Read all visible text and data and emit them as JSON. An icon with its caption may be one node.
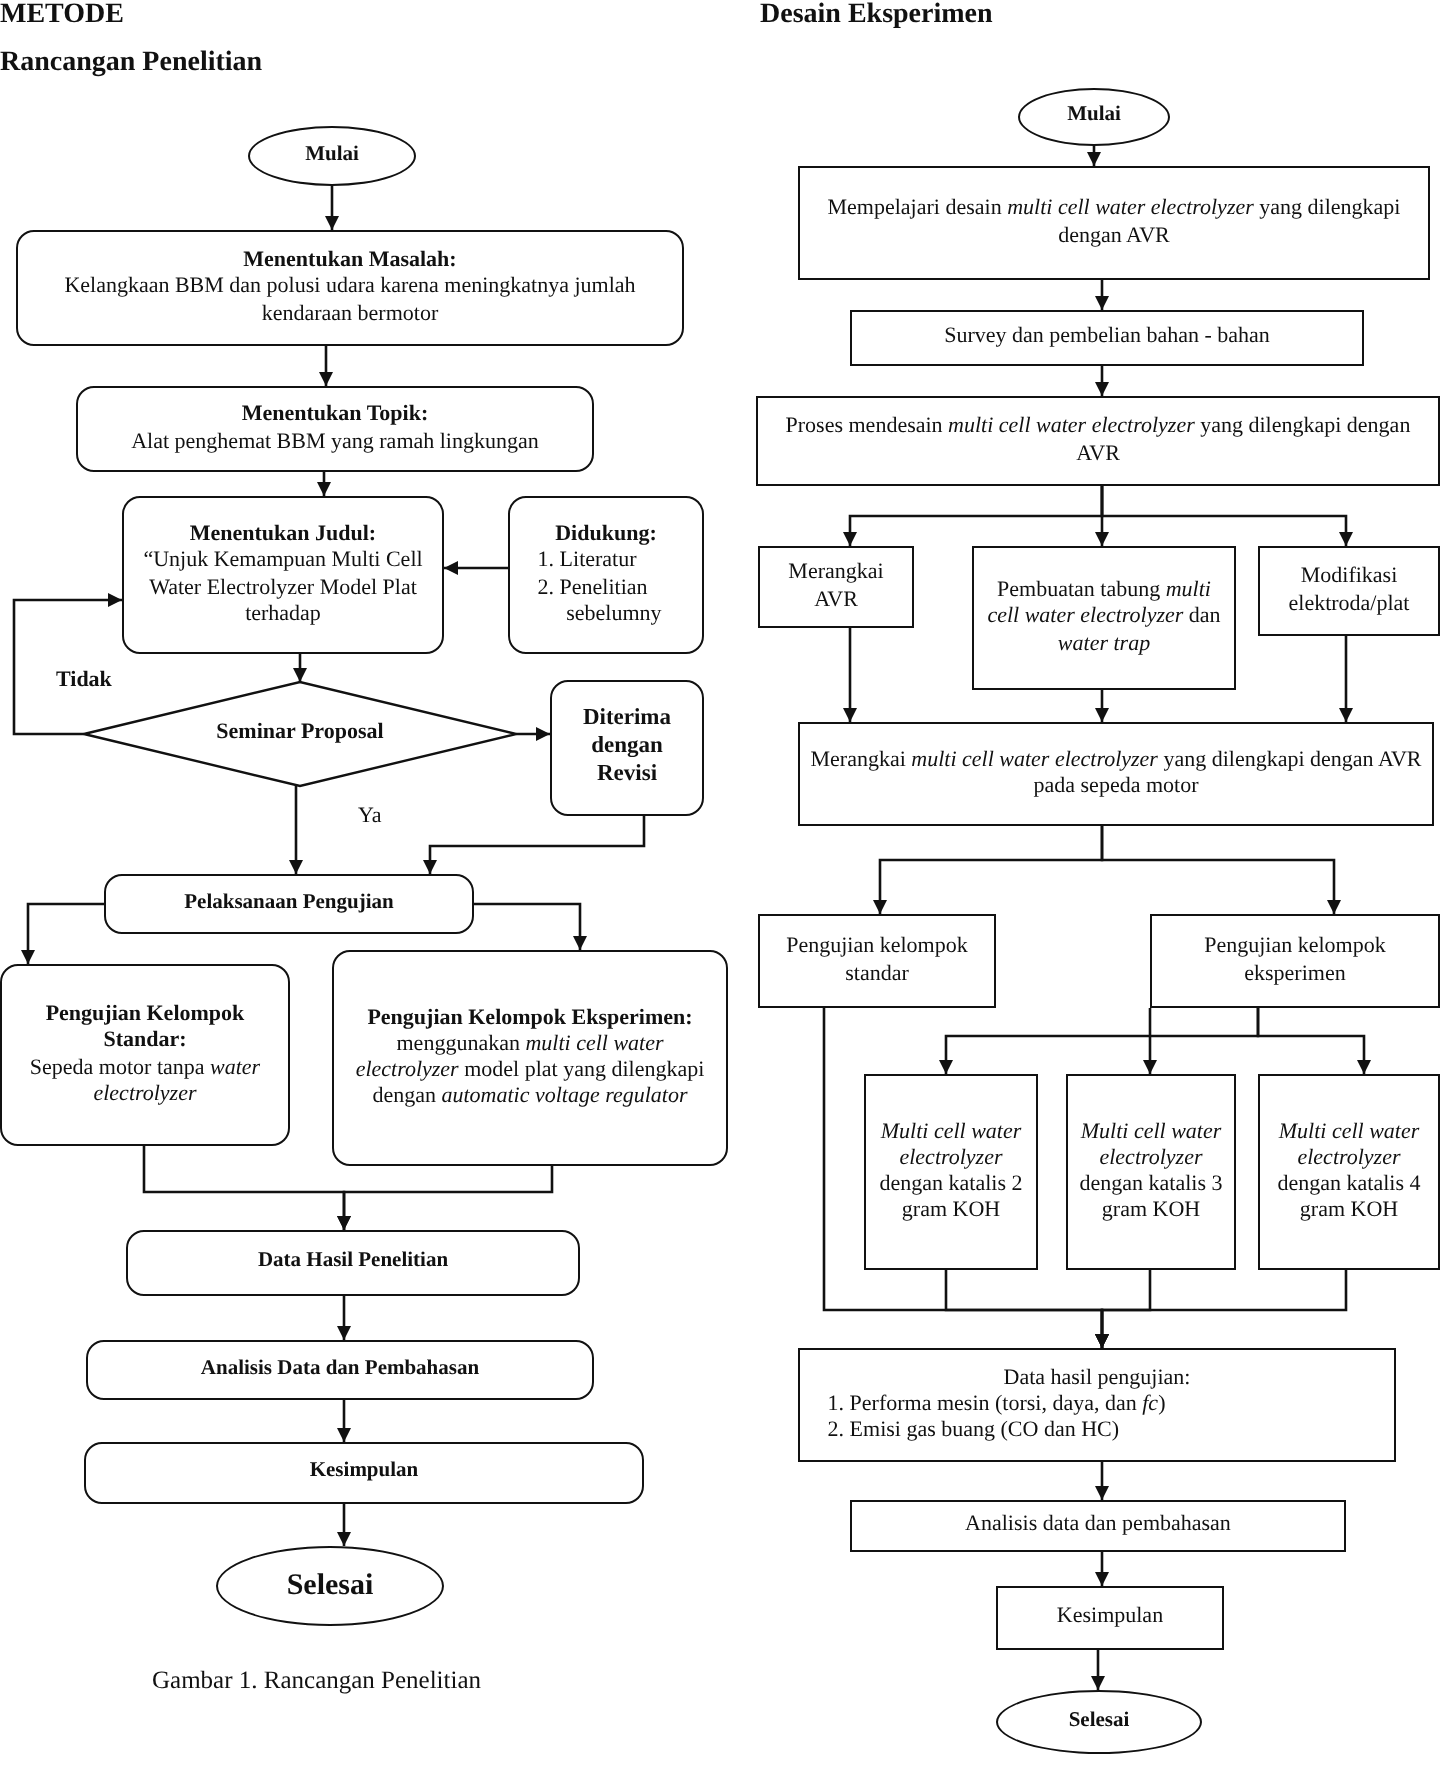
{
  "diagram": {
    "caption": "Gambar 1. Rancangan Penelitian",
    "nodes": [
      {
        "text": [
          "Mulai"
        ]
      },
      {
        "text": [
          "Menentukan Masalah:",
          "Kelangkaan BBM dan polusi udara karena meningkatnya jumlah kendaraan bermotor"
        ]
      },
      {
        "text": [
          "Menentukan Topik:",
          "Alat penghemat BBM yang ramah lingkungan"
        ]
      },
      {
        "text": [
          "Menentukan Judul:",
          "“Unjuk Kemampuan Multi Cell Water Electrolyzer Model Plat terhadap"
        ]
      },
      {
        "text": [
          "Didukung:",
          "1. Literatur",
          "2. Penelitian sebelumny"
        ]
      },
      {
        "text": [
          "Seminar Proposal"
        ]
      },
      {
        "text": [
          "Diterima dengan Revisi"
        ]
      },
      {
        "text": [
          "Pelaksanaan Pengujian"
        ]
      },
      {
        "text": [
          "Pengujian Kelompok Standar:",
          "Sepeda motor tanpa *water electrolyzer*"
        ]
      },
      {
        "text": [
          "Pengujian Kelompok Eksperimen:",
          "menggunakan *multi cell water electrolyzer* model plat yang dilengkapi dengan *automatic voltage regulator*"
        ]
      },
      {
        "text": [
          "Data Hasil Penelitian"
        ]
      },
      {
        "text": [
          "Analisis Data dan Pembahasan"
        ]
      },
      {
        "text": [
          "Kesimpulan"
        ]
      },
      {
        "text": [
          "Selesai"
        ]
      },
      {
        "text": [
          "Mulai"
        ]
      },
      {
        "text": [
          "Mempelajari desain *multi cell water electrolyzer* yang dilengkapi dengan AVR"
        ]
      },
      {
        "text": [
          "Survey dan pembelian bahan - bahan"
        ]
      },
      {
        "text": [
          "Proses mendesain *multi cell water electrolyzer* yang dilengkapi dengan AVR"
        ]
      },
      {
        "text": [
          "Merangkai AVR"
        ]
      },
      {
        "text": [
          "Pembuatan tabung *multi cell water electrolyzer* dan *water trap*"
        ]
      },
      {
        "text": [
          "Modifikasi elektroda/plat"
        ]
      },
      {
        "text": [
          "Merangkai *multi cell water electrolyzer* yang dilengkapi dengan AVR pada sepeda motor"
        ]
      },
      {
        "text": [
          "Pengujian kelompok standar"
        ]
      },
      {
        "text": [
          "Pengujian kelompok eksperimen"
        ]
      },
      {
        "text": [
          "*Multi cell water electrolyzer* dengan katalis 2 gram KOH"
        ]
      },
      {
        "text": [
          "*Multi cell water electrolyzer* dengan katalis 3 gram KOH"
        ]
      },
      {
        "text": [
          "*Multi cell water electrolyzer* dengan katalis 4 gram KOH"
        ]
      },
      {
        "text": [
          "Data hasil pengujian:",
          "1. Performa mesin (torsi, daya, dan *fc*)",
          "2. Emisi gas buang (CO dan HC)"
        ]
      },
      {
        "text": [
          "Analisis data dan pembahasan"
        ]
      },
      {
        "text": [
          "Kesimpulan"
        ]
      },
      {
        "text": [
          "Selesai"
        ]
      }
    ],
    "edges": [
      {
        "from": 0,
        "to": 1,
        "arrow": "to"
      },
      {
        "from": 1,
        "to": 2,
        "arrow": "to"
      },
      {
        "from": 2,
        "to": 3,
        "arrow": "to"
      },
      {
        "from": 4,
        "to": 3,
        "arrow": "to"
      },
      {
        "from": 3,
        "to": 5,
        "arrow": "to"
      },
      {
        "from": 5,
        "to": 3,
        "arrow": "to",
        "label": "Tidak"
      },
      {
        "from": 5,
        "to": 6,
        "arrow": "to"
      },
      {
        "from": 6,
        "to": 7,
        "arrow": "to"
      },
      {
        "from": 5,
        "to": 7,
        "arrow": "to",
        "label": "Ya"
      },
      {
        "from": 7,
        "to": 8,
        "arrow": "to"
      },
      {
        "from": 7,
        "to": 9,
        "arrow": "to"
      },
      {
        "from": 8,
        "to": 10,
        "arrow": "to"
      },
      {
        "from": 9,
        "to": 10,
        "arrow": "to"
      },
      {
        "from": 10,
        "to": 11,
        "arrow": "to"
      },
      {
        "from": 11,
        "to": 12,
        "arrow": "to"
      },
      {
        "from": 12,
        "to": 13,
        "arrow": "to"
      },
      {
        "from": 14,
        "to": 15,
        "arrow": "to"
      },
      {
        "from": 15,
        "to": 16,
        "arrow": "to"
      },
      {
        "from": 16,
        "to": 17,
        "arrow": "to"
      },
      {
        "from": 17,
        "to": 18,
        "arrow": "to"
      },
      {
        "from": 17,
        "to": 19,
        "arrow": "to"
      },
      {
        "from": 17,
        "to": 20,
        "arrow": "to"
      },
      {
        "from": 18,
        "to": 21,
        "arrow": "to"
      },
      {
        "from": 19,
        "to": 21,
        "arrow": "to"
      },
      {
        "from": 20,
        "to": 21,
        "arrow": "to"
      },
      {
        "from": 21,
        "to": 22,
        "arrow": "to"
      },
      {
        "from": 21,
        "to": 23,
        "arrow": "to"
      },
      {
        "from": 23,
        "to": 24,
        "arrow": "to"
      },
      {
        "from": 23,
        "to": 25,
        "arrow": "to"
      },
      {
        "from": 23,
        "to": 26,
        "arrow": "to"
      },
      {
        "from": 22,
        "to": 27,
        "arrow": "to"
      },
      {
        "from": 24,
        "to": 27,
        "arrow": "to"
      },
      {
        "from": 25,
        "to": 27,
        "arrow": "to"
      },
      {
        "from": 26,
        "to": 27,
        "arrow": "to"
      },
      {
        "from": 27,
        "to": 28,
        "arrow": "to"
      },
      {
        "from": 28,
        "to": 29,
        "arrow": "to"
      },
      {
        "from": 29,
        "to": 30,
        "arrow": "to"
      }
    ],
    "labels": [
      "METODE",
      "Rancangan Penelitian",
      "Desain Eksperimen"
    ]
  }
}
